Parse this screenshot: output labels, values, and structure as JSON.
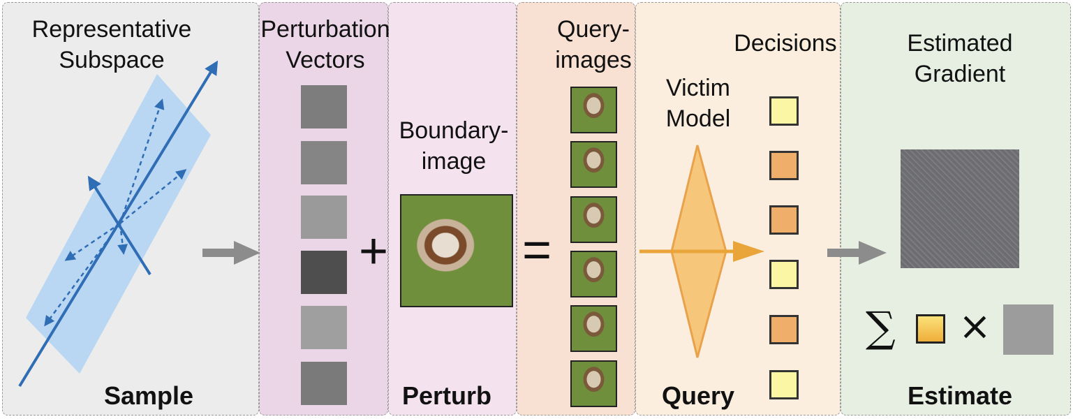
{
  "stages": {
    "sample": {
      "title": "Representative Subspace",
      "title_lines": [
        "Representative",
        "Subspace"
      ],
      "label": "Sample"
    },
    "perturb": {
      "vectors_lines": [
        "Perturbation",
        "Vectors"
      ],
      "boundary_lines": [
        "Boundary-",
        "image"
      ],
      "label": "Perturb",
      "plus": "+",
      "equals": "="
    },
    "query": {
      "images_lines": [
        "Query-",
        "images"
      ],
      "model_lines": [
        "Victim",
        "Model"
      ],
      "decisions": "Decisions",
      "label": "Query"
    },
    "estimate": {
      "gradient_lines": [
        "Estimated",
        "Gradient"
      ],
      "sum_symbol": "∑",
      "times_symbol": "×",
      "label": "Estimate"
    }
  },
  "decisions": [
    "yellow",
    "orange",
    "orange",
    "yellow",
    "orange",
    "yellow"
  ],
  "perturbation_shades": [
    "#7d7d7d",
    "#858585",
    "#9a9a9a",
    "#4e4e4e",
    "#9f9f9f",
    "#7a7a7a"
  ],
  "colors": {
    "subspace_plane": "#b9d6f2",
    "vector_blue": "#2f6db5",
    "arrow_gray": "#8c8c8c",
    "victim_model": "#f4c06a",
    "query_arrow": "#e9a53a",
    "decision_yellow": "#fbf6a4",
    "decision_orange": "#efae6a",
    "panel_sample": "#ececec",
    "panel_perturb_a": "#ead6e6",
    "panel_perturb_b": "#f4e3ee",
    "panel_query_a": "#f8e0d2",
    "panel_query_b": "#fbeedf",
    "panel_estimate": "#e6efe2"
  }
}
